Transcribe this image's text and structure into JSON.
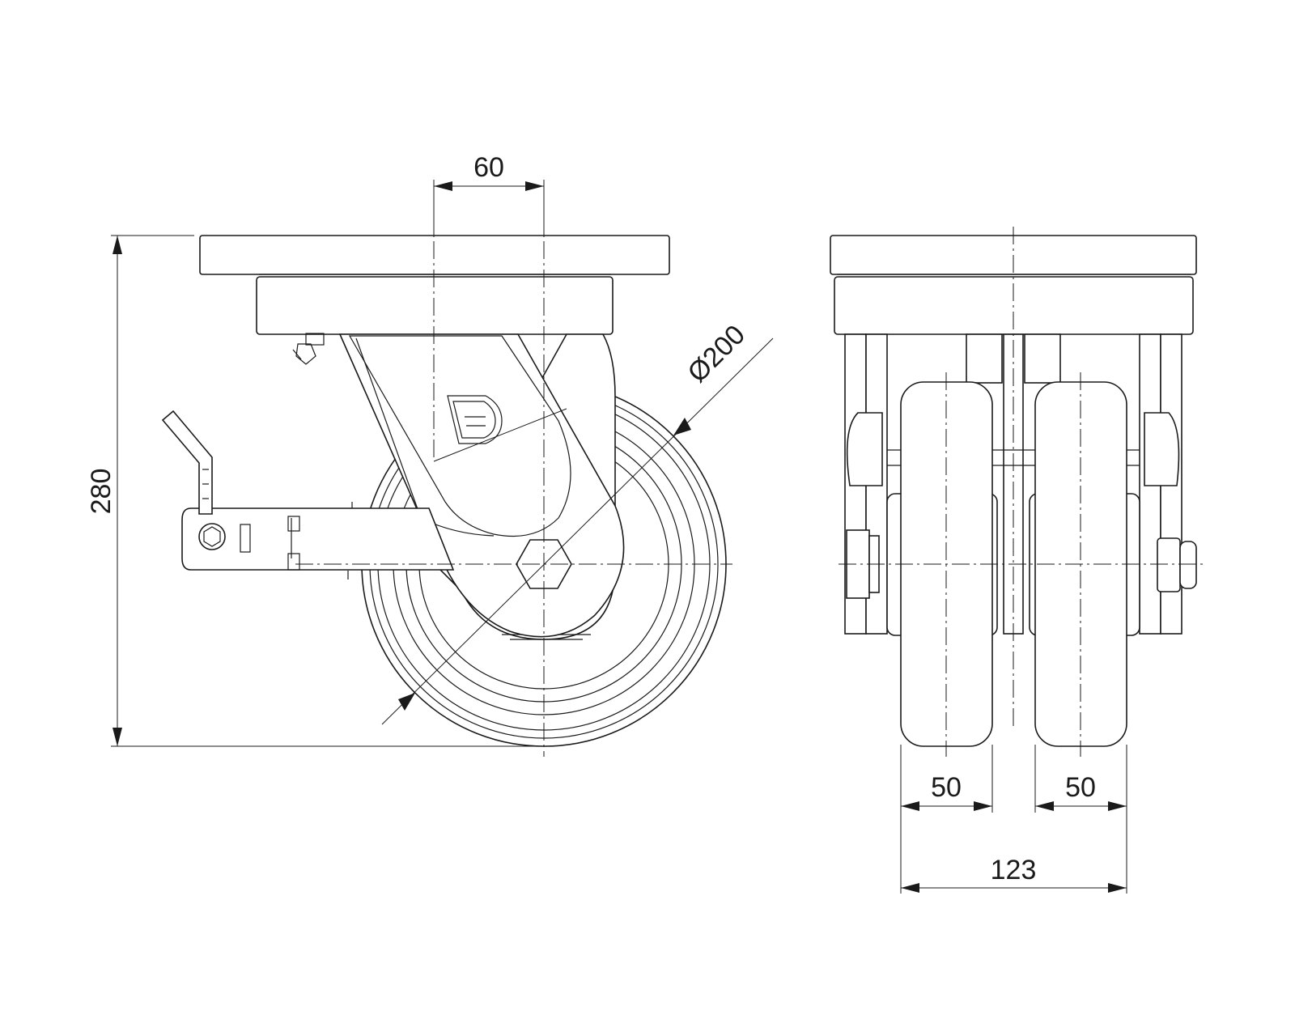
{
  "dimensions": {
    "offset": "60",
    "height": "280",
    "diameter": "Ø200",
    "wheel_width_left": "50",
    "wheel_width_right": "50",
    "overall_width": "123"
  }
}
